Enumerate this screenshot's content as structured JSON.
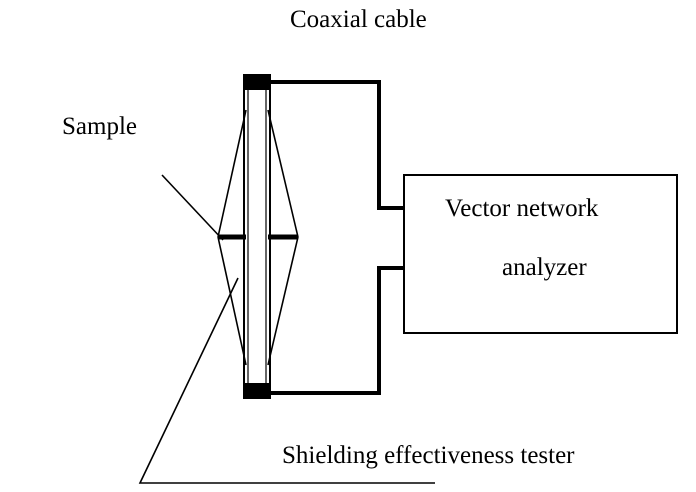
{
  "diagram": {
    "labels": {
      "coaxial_cable": "Coaxial cable",
      "sample": "Sample",
      "vna_line1": "Vector network",
      "vna_line2": "analyzer",
      "tester": "Shielding effectiveness tester"
    },
    "colors": {
      "stroke": "#000000",
      "background": "#ffffff"
    }
  }
}
